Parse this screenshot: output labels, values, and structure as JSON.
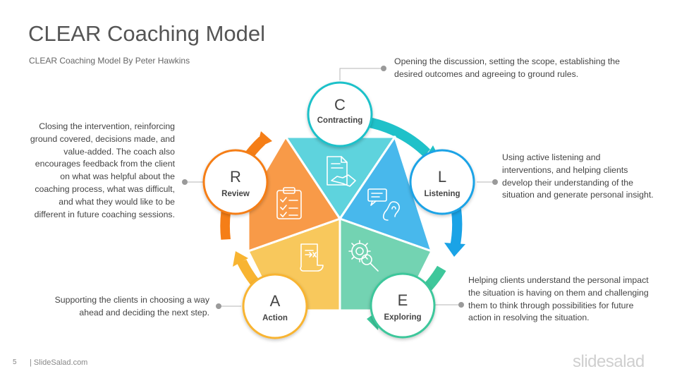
{
  "slide": {
    "title": "CLEAR Coaching Model",
    "subtitle": "CLEAR Coaching  Model By Peter Hawkins",
    "page_number": "5",
    "footer_site": "| SlideSalad.com",
    "brand_logo": "slidesalad"
  },
  "stages": [
    {
      "letter": "C",
      "label": "Contracting",
      "color": "#1fc1c9",
      "wedge_color": "#5ed3dd",
      "icon": "handshake-document-icon",
      "description": "Opening the discussion,  setting the scope, establishing  the desired outcomes  and agreeing  to ground  rules."
    },
    {
      "letter": "L",
      "label": "Listening",
      "color": "#1aa3e6",
      "wedge_color": "#48b8ec",
      "icon": "speech-ear-icon",
      "description": "Using active listening and interventions, and helping clients develop their understanding  of the situation and generate personal insight."
    },
    {
      "letter": "E",
      "label": "Exploring",
      "color": "#3ec79b",
      "wedge_color": "#73d3b2",
      "icon": "gear-magnifier-icon",
      "description": "Helping clients understand the personal impact the situation is having on them and challenging  them to think through possibilities for future action in resolving the situation."
    },
    {
      "letter": "A",
      "label": "Action",
      "color": "#f8b431",
      "wedge_color": "#f8c85c",
      "icon": "scroll-arrow-icon",
      "description": "Supporting  the clients in choosing  a way ahead and deciding the next step."
    },
    {
      "letter": "R",
      "label": "Review",
      "color": "#f57e17",
      "wedge_color": "#f89a48",
      "icon": "checklist-clipboard-icon",
      "description": "Closing  the intervention, reinforcing  ground covered, decisions made, and value-added. The coach also encourages feedback  from  the client on what was helpful  about the coaching process, what was difficult,  and what they would like to be different  in future coaching sessions."
    }
  ]
}
